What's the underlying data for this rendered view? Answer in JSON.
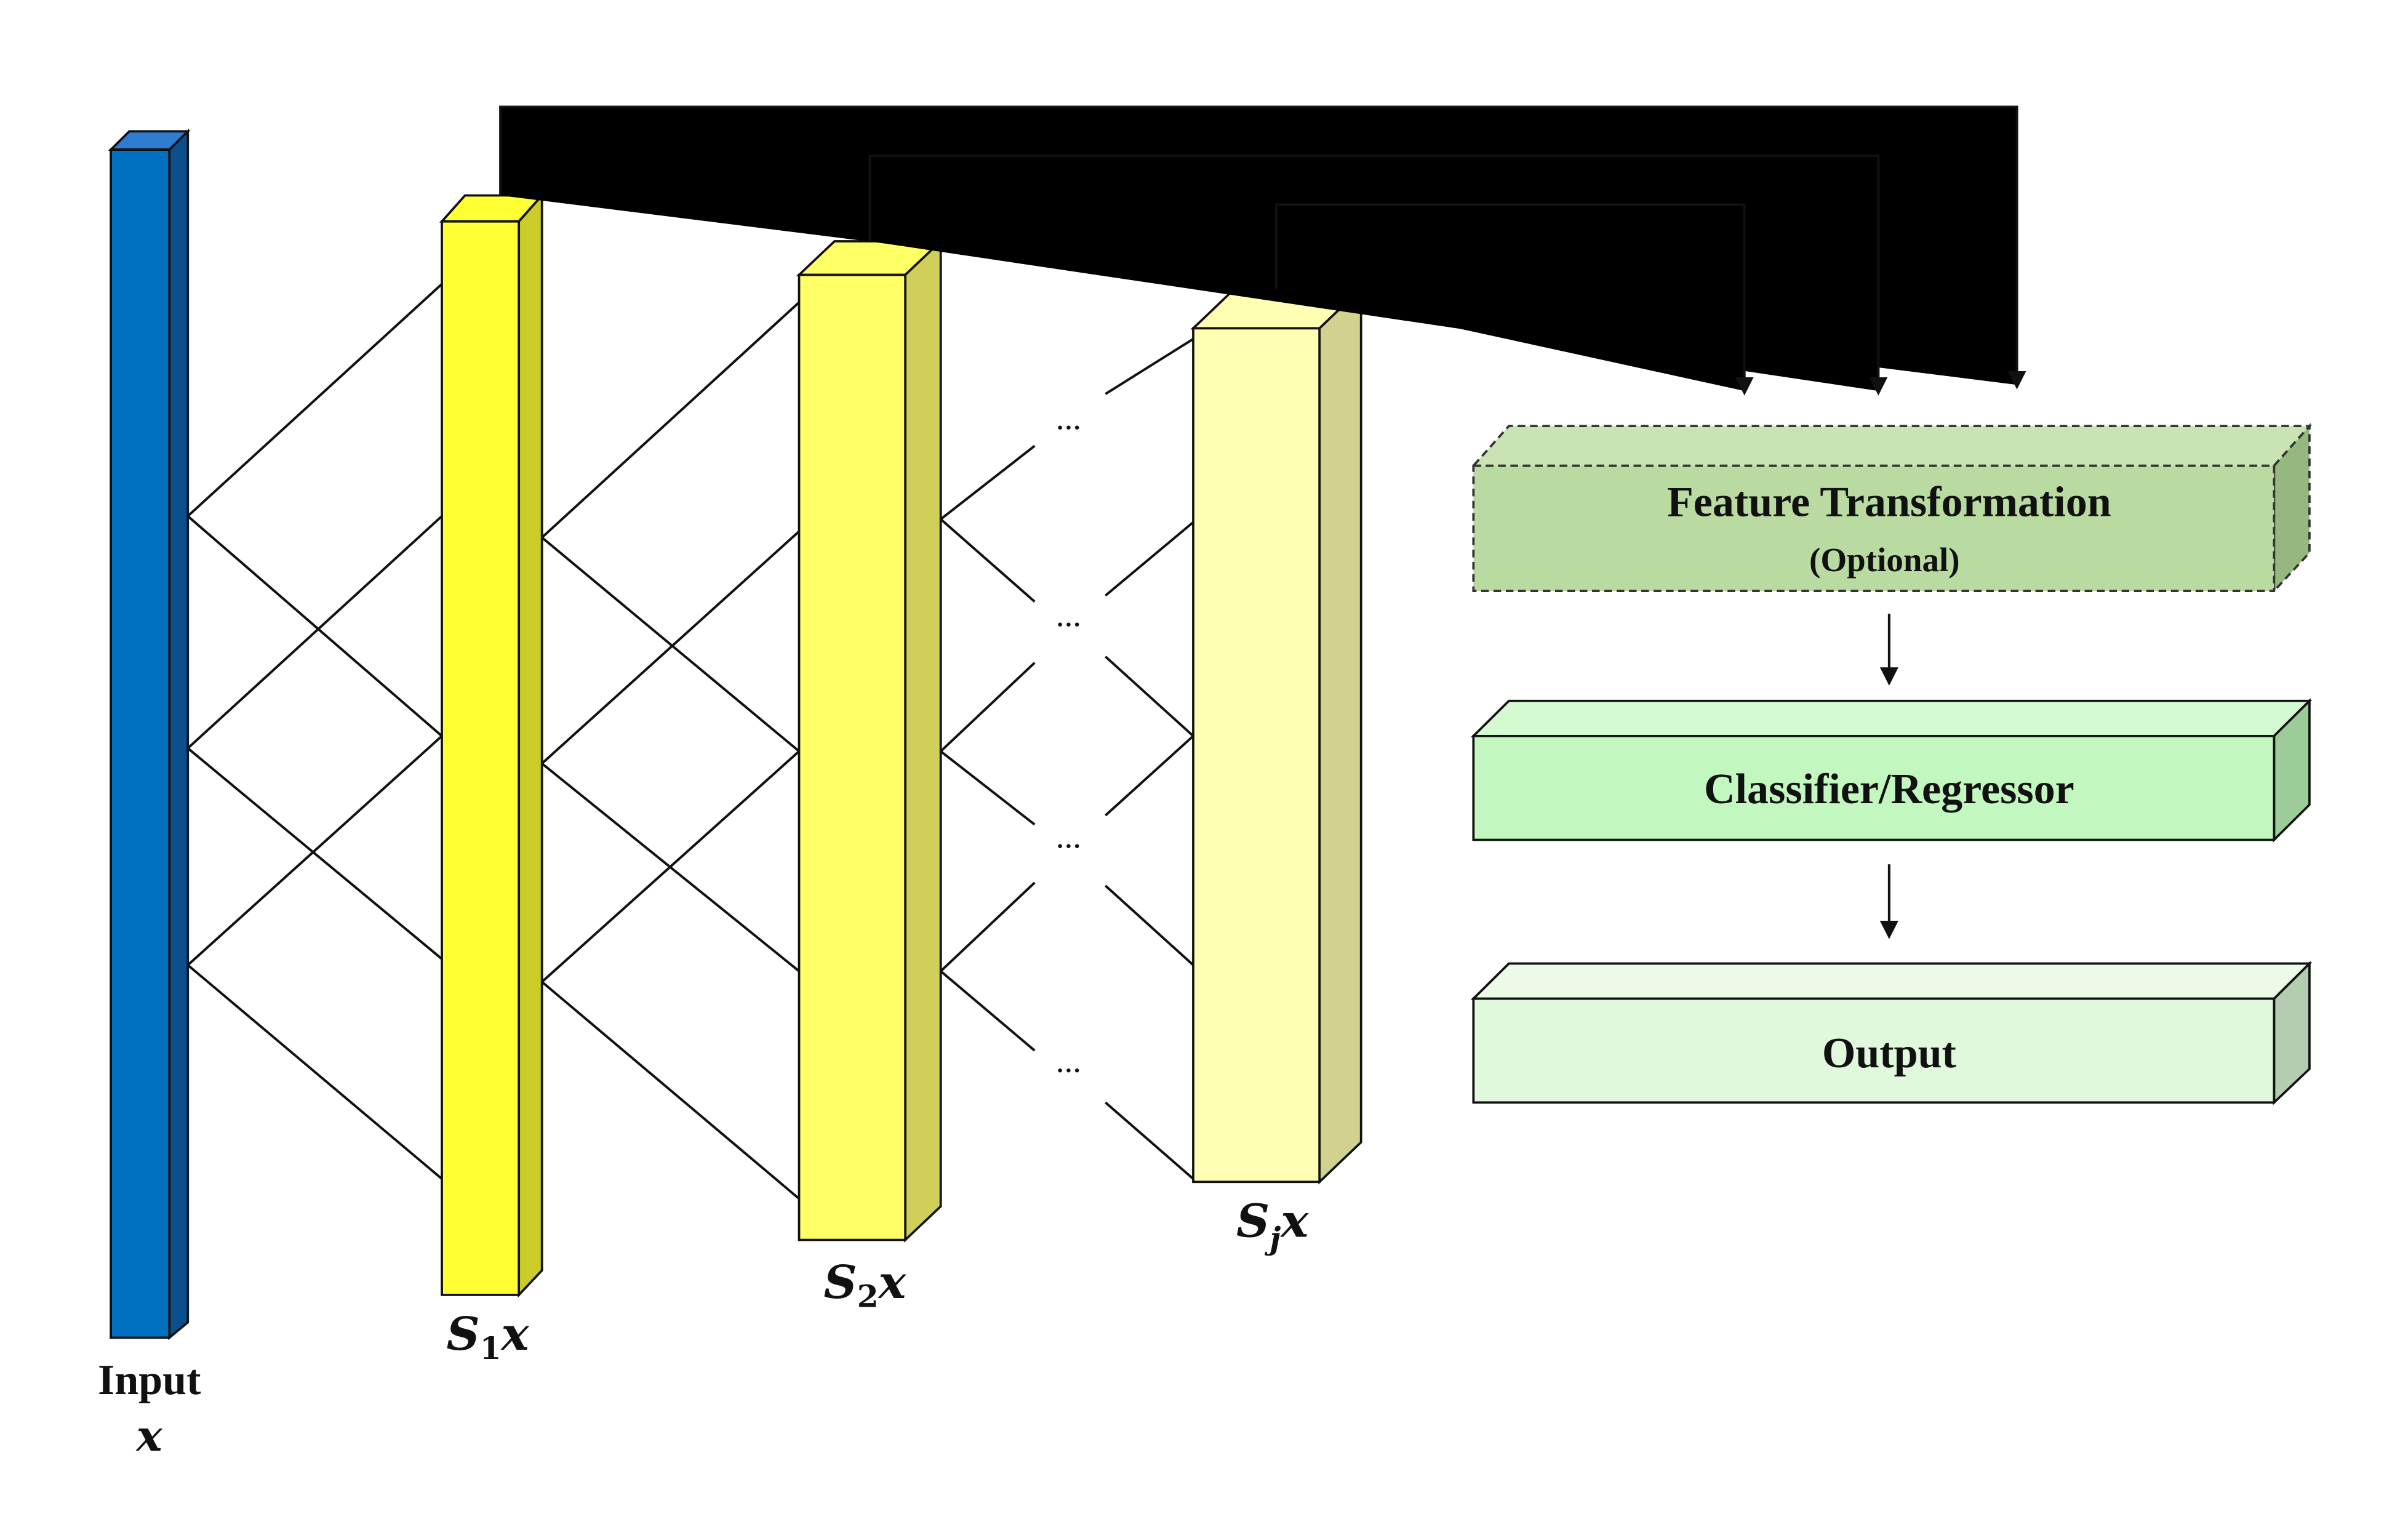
{
  "input": {
    "label": "Input",
    "var": "x"
  },
  "layers": [
    {
      "sym": "S",
      "sub": "1",
      "var": "x"
    },
    {
      "sym": "S",
      "sub": "2",
      "var": "x"
    },
    {
      "sym": "S",
      "sub": "j",
      "var": "x"
    }
  ],
  "ellipsis": "...",
  "blocks": {
    "feature_transformation": {
      "title": "Feature Transformation",
      "subtitle": "(Optional)"
    },
    "classifier": {
      "title": "Classifier/Regressor"
    },
    "output": {
      "title": "Output"
    }
  },
  "colors": {
    "input": "#0070c0",
    "layer1": "#ffff33",
    "layer2": "#ffff66",
    "layerj": "#ffffb3",
    "feature": "#b9dba1",
    "classifier": "#c2f8c0",
    "output": "#e0f8dc",
    "stroke": "#111111"
  }
}
